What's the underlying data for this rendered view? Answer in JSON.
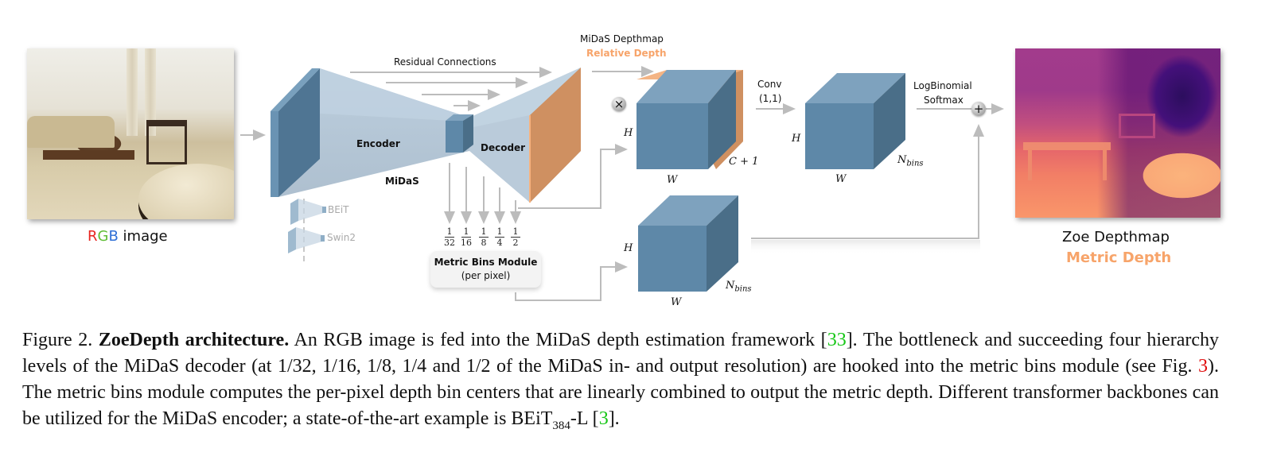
{
  "figure": {
    "input": {
      "label_parts": [
        {
          "text": "R",
          "color": "#e8251f"
        },
        {
          "text": "G",
          "color": "#5fbd35"
        },
        {
          "text": "B",
          "color": "#2f6fd6"
        },
        {
          "text": " image",
          "color": "#111111"
        }
      ]
    },
    "midas": {
      "residual_label": "Residual Connections",
      "encoder_label": "Encoder",
      "decoder_label": "Decoder",
      "model_label": "MiDaS",
      "backbones": [
        "BEiT",
        "Swin2"
      ]
    },
    "midas_output": {
      "title": "MiDaS Depthmap",
      "subtitle": "Relative Depth"
    },
    "multiply_symbol": "×",
    "plus_symbol": "+",
    "tensor1": {
      "h": "H",
      "w": "W",
      "c": "C + 1"
    },
    "conv": {
      "line1": "Conv",
      "line2": "(1,1)"
    },
    "tensor2": {
      "h": "H",
      "w": "W",
      "c_base": "N",
      "c_sub": "bins"
    },
    "tensor3": {
      "h": "H",
      "w": "W",
      "c_base": "N",
      "c_sub": "bins"
    },
    "softmax": {
      "line1": "LogBinomial",
      "line2": "Softmax"
    },
    "fractions": [
      {
        "num": "1",
        "den": "32"
      },
      {
        "num": "1",
        "den": "16"
      },
      {
        "num": "1",
        "den": "8"
      },
      {
        "num": "1",
        "den": "4"
      },
      {
        "num": "1",
        "den": "2"
      }
    ],
    "metric_bins": {
      "title": "Metric Bins Module",
      "subtitle": "(per pixel)"
    },
    "output": {
      "title": "Zoe Depthmap",
      "subtitle": "Metric Depth"
    },
    "colors": {
      "cube_front": "#5e88a8",
      "cube_top": "#7ea2be",
      "cube_side": "#4a6e88",
      "orange_face": "#cf9061",
      "orange_text": "#f7a46a",
      "arrow_grey": "#bcbcbc",
      "citation_green": "#16c616",
      "citation_red": "#e01010"
    }
  },
  "caption": {
    "prefix": "Figure 2. ",
    "bold_title": "ZoeDepth architecture.",
    "t1": " An RGB image is fed into the MiDaS depth estimation framework [",
    "ref1": "33",
    "t2": "]. The bottleneck and succeeding four hierarchy levels of the MiDaS decoder (at 1/32, 1/16, 1/8, 1/4 and 1/2 of the MiDaS in- and output resolution) are hooked into the metric bins module (see Fig. ",
    "ref2": "3",
    "t3": "). The metric bins module computes the per-pixel depth bin centers that are linearly combined to output the metric depth. Different transformer backbones can be utilized for the MiDaS encoder; a state-of-the-art example is BEiT",
    "sub": "384",
    "t4": "-L [",
    "ref3": "3",
    "t5": "]."
  }
}
